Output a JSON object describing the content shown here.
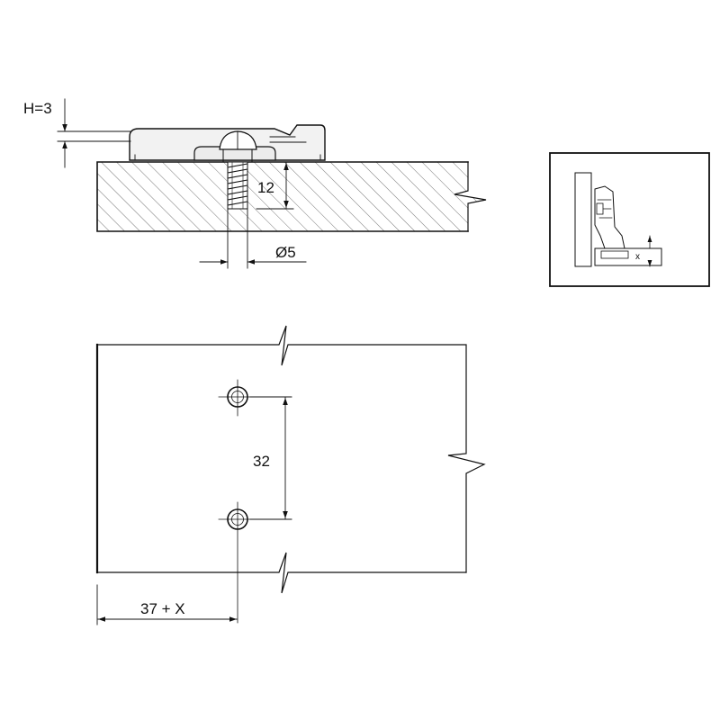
{
  "labels": {
    "plate_height": "H=3",
    "screw_depth": "12",
    "drill_diameter": "Ø5",
    "hole_spacing": "32",
    "edge_offset": "37 + X",
    "inset_dimension": "x"
  },
  "colors": {
    "line": "#111111",
    "panel_fill": "#ffffff",
    "part_fill": "#f2f2f2"
  }
}
